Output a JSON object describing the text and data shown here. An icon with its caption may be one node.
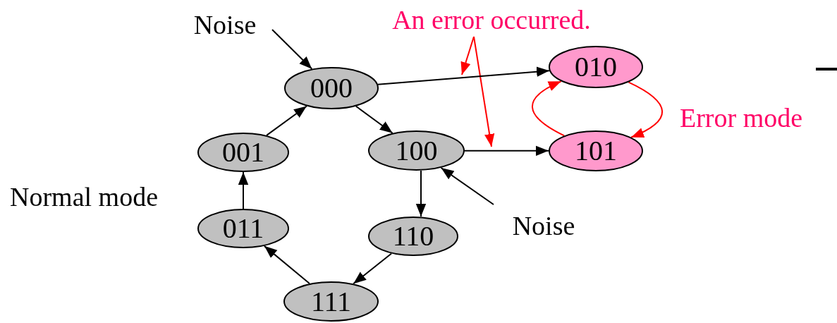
{
  "diagram": {
    "nodes": [
      {
        "text": [
          "Noise"
        ]
      },
      {
        "text": [
          "An error occurred."
        ]
      },
      {
        "text": [
          "000"
        ]
      },
      {
        "text": [
          "010"
        ]
      },
      {
        "text": [
          "001"
        ]
      },
      {
        "text": [
          "100"
        ]
      },
      {
        "text": [
          "101"
        ]
      },
      {
        "text": [
          "011"
        ]
      },
      {
        "text": [
          "110"
        ]
      },
      {
        "text": [
          "Noise"
        ]
      },
      {
        "text": [
          "111"
        ]
      }
    ],
    "edges": [
      {
        "from": 0,
        "to": 2,
        "arrow": "to"
      },
      {
        "from": 1,
        "to": null,
        "arrow": "to",
        "color": "#ff0000"
      },
      {
        "from": 1,
        "to": null,
        "arrow": "to",
        "color": "#ff0000"
      },
      {
        "from": 2,
        "to": 3,
        "arrow": "to"
      },
      {
        "from": 2,
        "to": 5,
        "arrow": "to"
      },
      {
        "from": 5,
        "to": 6,
        "arrow": "to"
      },
      {
        "from": 3,
        "to": 6,
        "arrow": "to",
        "color": "#ff0000"
      },
      {
        "from": 6,
        "to": 3,
        "arrow": "to",
        "color": "#ff0000"
      },
      {
        "from": 9,
        "to": 5,
        "arrow": "to"
      },
      {
        "from": 5,
        "to": 8,
        "arrow": "to"
      },
      {
        "from": 8,
        "to": 10,
        "arrow": "to"
      },
      {
        "from": 10,
        "to": 7,
        "arrow": "to"
      },
      {
        "from": 7,
        "to": 4,
        "arrow": "to"
      },
      {
        "from": 4,
        "to": 2,
        "arrow": "to"
      }
    ],
    "labels": [
      "Normal mode",
      "Error mode"
    ]
  }
}
